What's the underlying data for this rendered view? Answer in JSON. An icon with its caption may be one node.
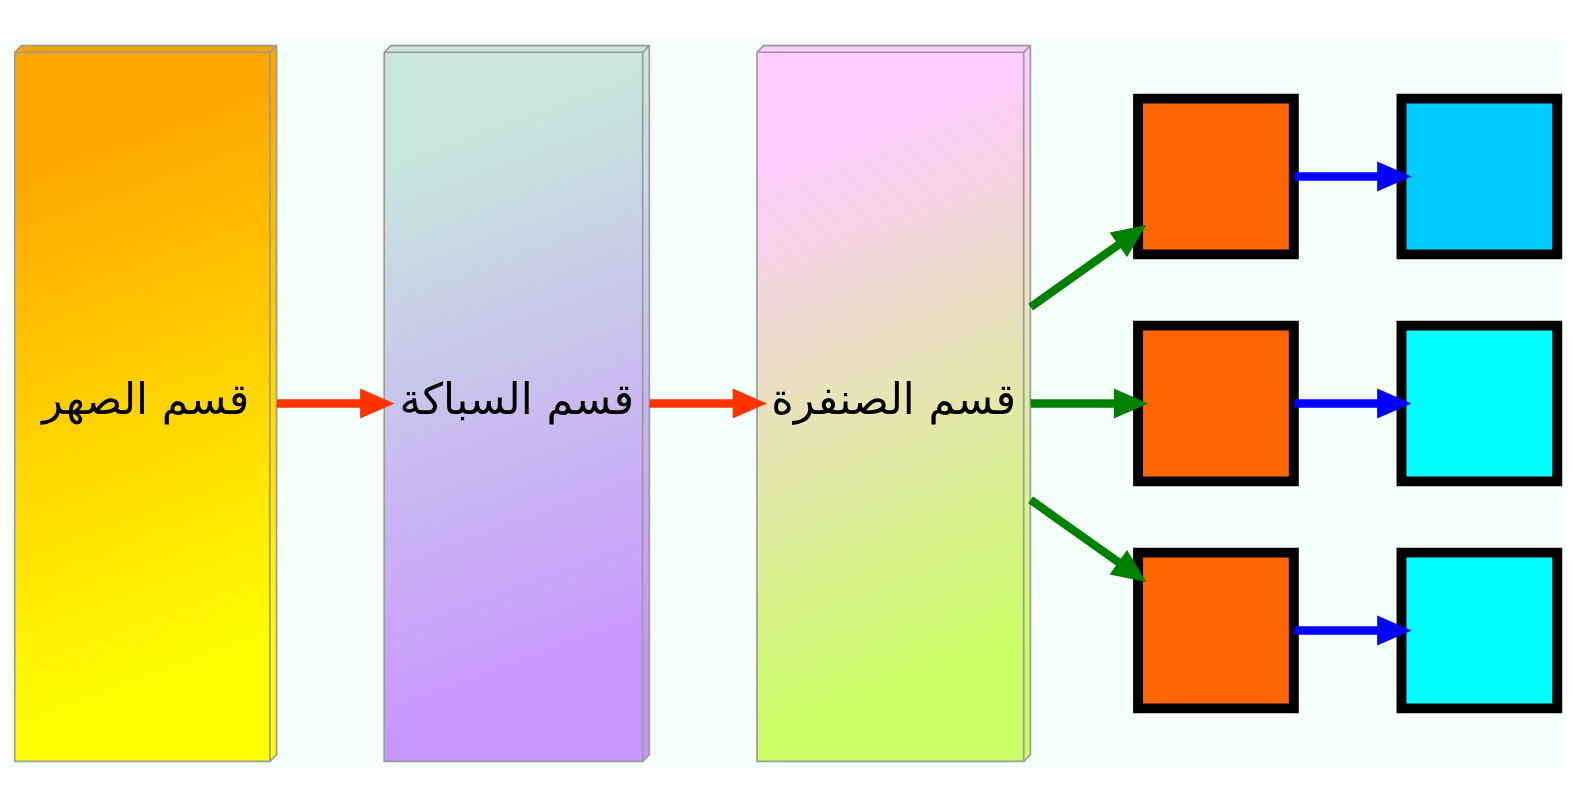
{
  "diagram": {
    "nodes": [
      {
        "text": [
          "قسم الصهر"
        ]
      },
      {
        "text": [
          "قسم السباكة"
        ]
      },
      {
        "text": [
          "قسم الصنفرة"
        ]
      },
      {
        "text": [],
        "shape": "box"
      },
      {
        "text": [],
        "shape": "box"
      },
      {
        "text": [],
        "shape": "box"
      },
      {
        "text": [],
        "shape": "box"
      },
      {
        "text": [],
        "shape": "box"
      },
      {
        "text": [],
        "shape": "box"
      }
    ],
    "edges": [
      {
        "from": 0,
        "to": 1,
        "arrow": "to",
        "color": "#ff3300"
      },
      {
        "from": 1,
        "to": 2,
        "arrow": "to",
        "color": "#ff3300"
      },
      {
        "from": 2,
        "to": 3,
        "arrow": "to",
        "color": "#008000"
      },
      {
        "from": 2,
        "to": 4,
        "arrow": "to",
        "color": "#008000"
      },
      {
        "from": 2,
        "to": 5,
        "arrow": "to",
        "color": "#008000"
      },
      {
        "from": 3,
        "to": 6,
        "arrow": "to",
        "color": "#0000ff"
      },
      {
        "from": 4,
        "to": 7,
        "arrow": "to",
        "color": "#0000ff"
      },
      {
        "from": 5,
        "to": 8,
        "arrow": "to",
        "color": "#0000ff"
      }
    ]
  }
}
